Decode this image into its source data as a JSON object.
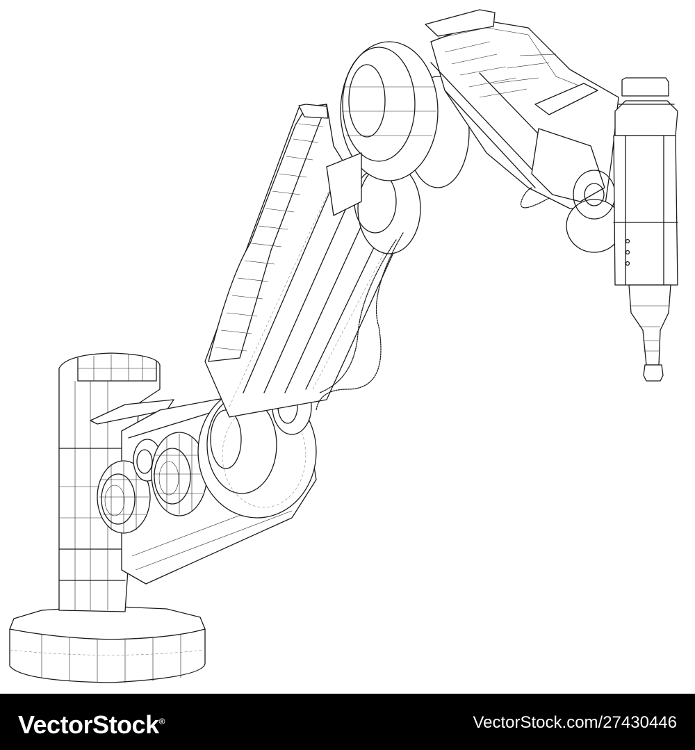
{
  "image": {
    "subject": "robotic-arm-wireframe",
    "background": "#ffffff",
    "line_color": "#1a1a1a"
  },
  "footer": {
    "brand": "VectorStock",
    "brand_mark": "®",
    "stock_id": "VectorStock.com/27430446",
    "background": "#000000",
    "text_color": "#ffffff"
  }
}
